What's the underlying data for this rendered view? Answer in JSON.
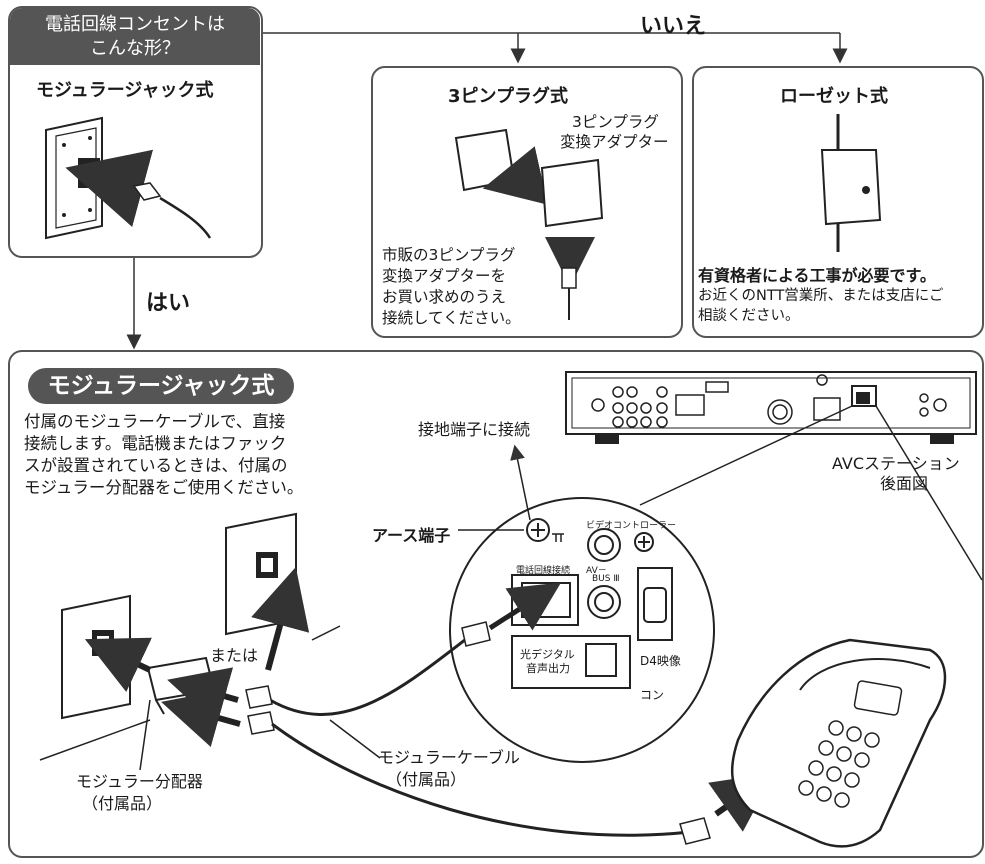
{
  "question": {
    "line1": "電話回線コンセントは",
    "line2": "こんな形？"
  },
  "answers": {
    "yes": "はい",
    "no": "いいえ"
  },
  "modular_box": {
    "title": "モジュラージャック式"
  },
  "pin3_box": {
    "title": "3ピンプラグ式",
    "adapter_label_1": "3ピンプラグ",
    "adapter_label_2": "変換アダプター",
    "note_1": "市販の3ピンプラグ",
    "note_2": "変換アダプターを",
    "note_3": "お買い求めのうえ",
    "note_4": "接続してください。"
  },
  "rosette_box": {
    "title": "ローゼット式",
    "warning": "有資格者による工事が必要です。",
    "note_1": "お近くのNTT営業所、または支店にご",
    "note_2": "相談ください。"
  },
  "main": {
    "pill": "モジュラージャック式",
    "desc_1": "付属のモジュラーケーブルで、直接",
    "desc_2": "接続します。電話機またはファック",
    "desc_3": "スが設置されているときは、付属の",
    "desc_4": "モジュラー分配器をご使用ください。",
    "ground_connect": "接地端子に接続",
    "earth_terminal": "アース端子",
    "station_1": "AVCステーション",
    "station_2": "後面図",
    "or": "または",
    "cable_1": "モジュラーケーブル",
    "cable_2": "（付属品）",
    "splitter_1": "モジュラー分配器",
    "splitter_2": "（付属品）"
  },
  "panel_labels": {
    "video_control": "ビデオコントローラー",
    "phone_line": "電話回線接続",
    "av_bus": "AV－",
    "bus": "BUS Ⅲ",
    "optical_1": "光デジタル",
    "optical_2": "音声出力",
    "d4": "D4映像",
    "kon": "コン"
  }
}
